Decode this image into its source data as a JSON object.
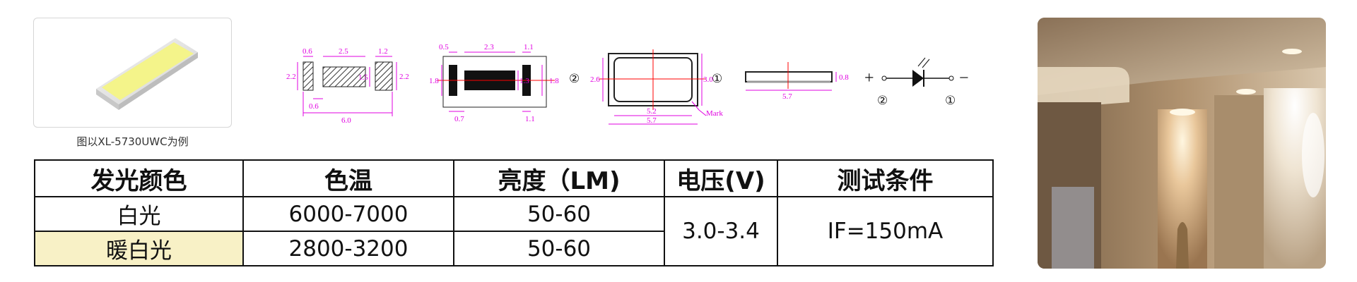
{
  "product": {
    "caption": "图以XL-5730UWC为例"
  },
  "drawings": {
    "view1_dims": {
      "top_left": "0.6",
      "top_mid": "2.5",
      "top_right": "1.2",
      "left_h": "2.2",
      "mid_h": "1.5",
      "right_h": "2.2",
      "bottom_left": "0.6",
      "bottom_total": "6.0"
    },
    "view2_dims": {
      "top_left": "0.5",
      "top_mid": "2.3",
      "top_right": "1.1",
      "left_h": "1.8",
      "mid_h": "1.3",
      "right_h": "1.8",
      "bottom_left": "0.7",
      "bottom_right": "1.1"
    },
    "view3": {
      "pin_left": "②",
      "pin_right": "①",
      "left_h": "2.6",
      "right_h": "3.0",
      "inner_w": "5.2",
      "outer_w": "5.7",
      "mark_label": "Mark"
    },
    "view4": {
      "height": "0.8",
      "width": "5.7"
    },
    "symbol": {
      "plus": "+",
      "minus": "−",
      "pin_left": "②",
      "pin_right": "①"
    }
  },
  "spec_table": {
    "headers": [
      "发光颜色",
      "色温",
      "亮度（LM)",
      "电压(V)",
      "测试条件"
    ],
    "rows": [
      {
        "color": "白光",
        "temp": "6000-7000",
        "brightness": "50-60"
      },
      {
        "color": "暖白光",
        "temp": "2800-3200",
        "brightness": "50-60"
      }
    ],
    "voltage": "3.0-3.4",
    "test_condition": "IF=150mA",
    "highlight_color": "#f8f1c6"
  },
  "colors": {
    "dimension": "#e000e0",
    "centerline": "#ff0000",
    "led_yellow": "#f4f48a"
  }
}
